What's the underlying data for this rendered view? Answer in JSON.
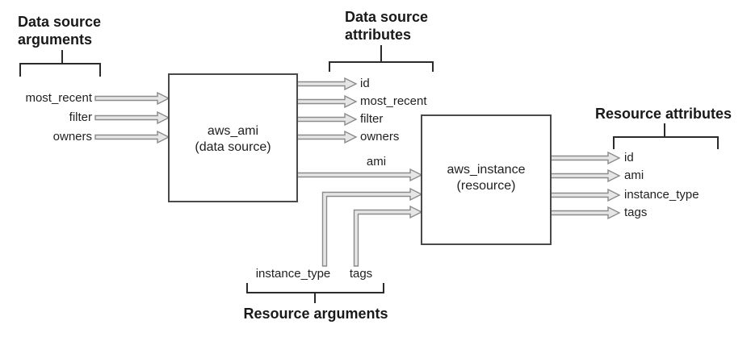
{
  "groups": {
    "data_source_arguments": {
      "title_line1": "Data source",
      "title_line2": "arguments",
      "items": [
        "most_recent",
        "filter",
        "owners"
      ]
    },
    "data_source_attributes": {
      "title_line1": "Data source",
      "title_line2": "attributes",
      "items": [
        "id",
        "most_recent",
        "filter",
        "owners"
      ]
    },
    "resource_arguments": {
      "title": "Resource arguments",
      "items": [
        "instance_type",
        "tags"
      ]
    },
    "resource_attributes": {
      "title": "Resource attributes",
      "items": [
        "id",
        "ami",
        "instance_type",
        "tags"
      ]
    }
  },
  "nodes": {
    "aws_ami": {
      "title": "aws_ami",
      "subtitle": "(data source)"
    },
    "aws_instance": {
      "title": "aws_instance",
      "subtitle": "(resource)"
    }
  },
  "edges": {
    "ami_label": "ami"
  },
  "colors": {
    "background": "#ffffff",
    "arrow_fill": "#e6e6e6",
    "arrow_stroke": "#8b8b8b",
    "box_border": "#4a4a4a",
    "bracket": "#2b2b2b",
    "text": "#1f1f1f"
  }
}
